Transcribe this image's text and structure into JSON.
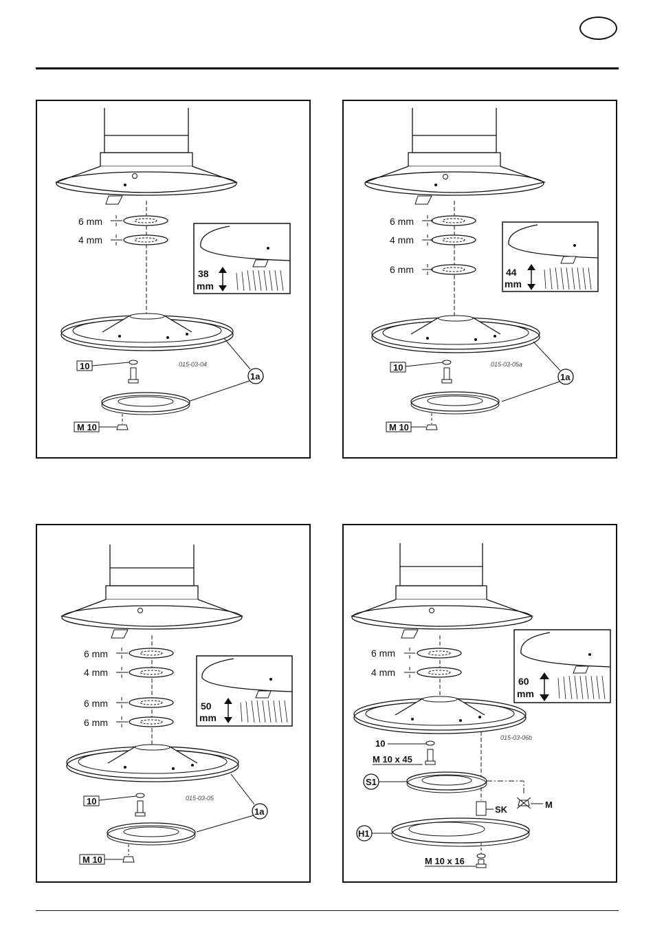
{
  "panels": [
    {
      "id": "tl",
      "washers": [
        "6 mm",
        "4 mm"
      ],
      "inset_value": "38",
      "inset_unit": "mm",
      "part_code": "015-03-04",
      "bolt_label": "10",
      "nut_label": "M 10",
      "callout": "1a"
    },
    {
      "id": "tr",
      "washers": [
        "6 mm",
        "4 mm",
        "6 mm"
      ],
      "inset_value": "44",
      "inset_unit": "mm",
      "part_code": "015-03-05a",
      "bolt_label": "10",
      "nut_label": "M 10",
      "callout": "1a"
    },
    {
      "id": "bl",
      "washers": [
        "6 mm",
        "4 mm",
        "6 mm",
        "6 mm"
      ],
      "inset_value": "50",
      "inset_unit": "mm",
      "part_code": "015-03-05",
      "bolt_label": "10",
      "nut_label": "M 10",
      "callout": "1a"
    },
    {
      "id": "br",
      "washers": [
        "6 mm",
        "4 mm"
      ],
      "inset_value": "60",
      "inset_unit": "mm",
      "part_code": "015-03-06b",
      "washer_label": "10",
      "bolt_label": "M 10 x 45",
      "ring_callout": "S1",
      "plate_callout": "H1",
      "sleeve_label": "SK",
      "nut_label": "M",
      "bottom_bolt_label": "M 10 x 16"
    }
  ]
}
